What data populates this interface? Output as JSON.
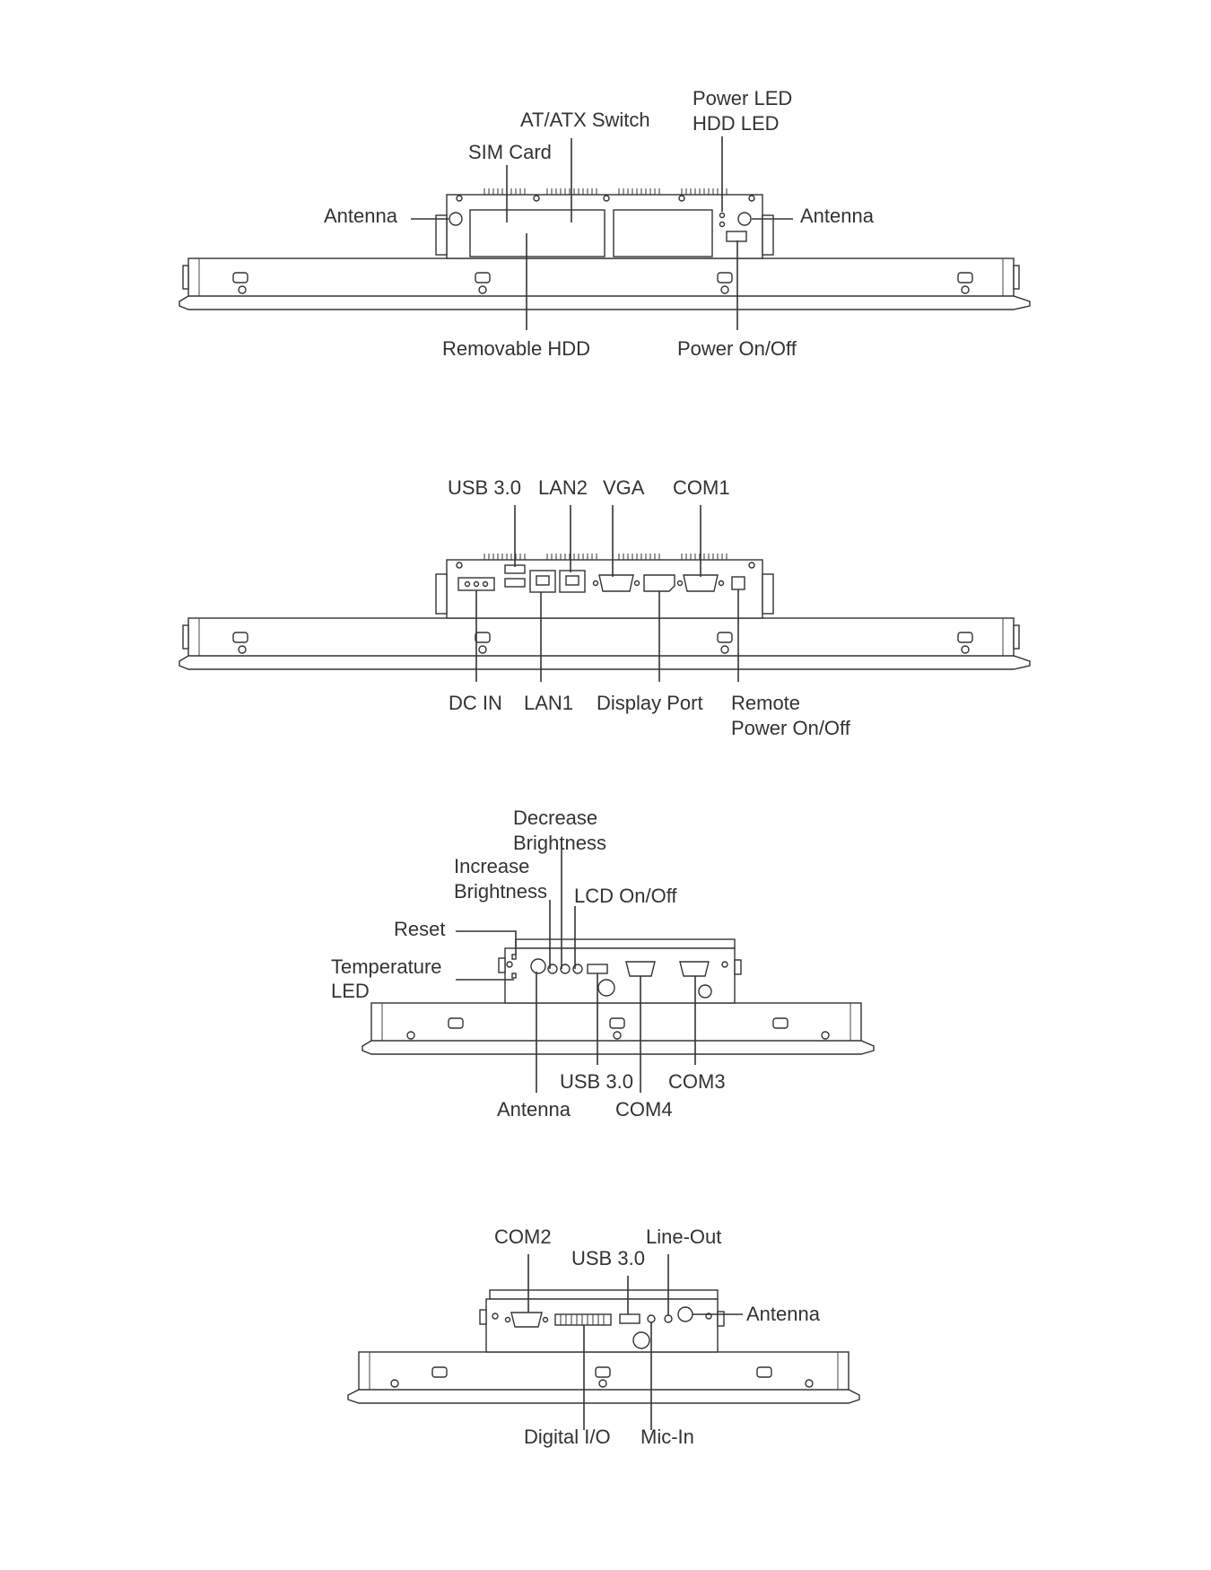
{
  "views": [
    {
      "name": "top-view",
      "labels": {
        "power_led": "Power LED",
        "hdd_led": "HDD LED",
        "at_atx_switch": "AT/ATX Switch",
        "sim_card": "SIM Card",
        "antenna_left": "Antenna",
        "antenna_right": "Antenna",
        "removable_hdd": "Removable HDD",
        "power_onoff": "Power On/Off"
      }
    },
    {
      "name": "rear-io-view",
      "labels": {
        "usb30": "USB 3.0",
        "lan2": "LAN2",
        "vga": "VGA",
        "com1": "COM1",
        "dc_in": "DC IN",
        "lan1": "LAN1",
        "display_port": "Display Port",
        "remote_power_1": "Remote",
        "remote_power_2": "Power On/Off"
      }
    },
    {
      "name": "left-side-view",
      "labels": {
        "decrease_1": "Decrease",
        "decrease_2": "Brightness",
        "increase_1": "Increase",
        "increase_2": "Brightness",
        "lcd_onoff": "LCD On/Off",
        "reset": "Reset",
        "temperature_1": "Temperature",
        "temperature_2": "LED",
        "usb30": "USB 3.0",
        "com3": "COM3",
        "antenna": "Antenna",
        "com4": "COM4"
      }
    },
    {
      "name": "right-side-view",
      "labels": {
        "com2": "COM2",
        "usb30": "USB 3.0",
        "line_out": "Line-Out",
        "antenna": "Antenna",
        "digital_io": "Digital I/O",
        "mic_in": "Mic-In"
      }
    }
  ]
}
